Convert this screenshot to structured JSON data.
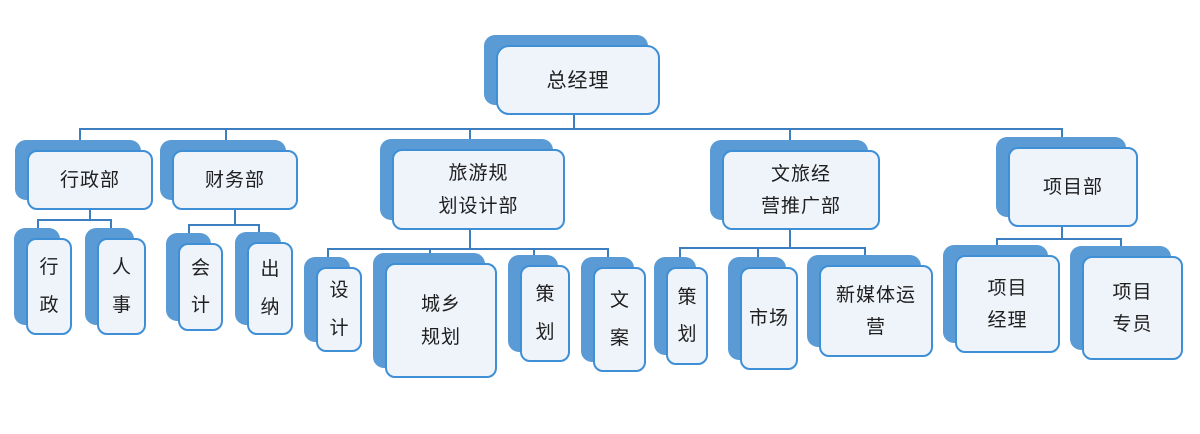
{
  "diagram": {
    "type": "org-chart",
    "colors": {
      "card_shadow": "#5B9BD5",
      "card_border": "#3F8FD6",
      "card_fill": "#EFF3FA",
      "connector": "#3C7EC0",
      "text": "#1f1f1f",
      "background": "#ffffff"
    },
    "nodes": [
      {
        "id": "general-manager",
        "label": "总经理",
        "level": 1,
        "parent": null
      },
      {
        "id": "admin-dept",
        "label": "行政部",
        "level": 2,
        "parent": "general-manager"
      },
      {
        "id": "finance-dept",
        "label": "财务部",
        "level": 2,
        "parent": "general-manager"
      },
      {
        "id": "tourism-planning-dept",
        "label": "旅游规\n划设计部",
        "level": 2,
        "parent": "general-manager"
      },
      {
        "id": "culture-tourism-dept",
        "label": "文旅经\n营推广部",
        "level": 2,
        "parent": "general-manager"
      },
      {
        "id": "project-dept",
        "label": "项目部",
        "level": 2,
        "parent": "general-manager"
      },
      {
        "id": "admin",
        "label": "行\n政",
        "level": 3,
        "parent": "admin-dept"
      },
      {
        "id": "hr",
        "label": "人\n事",
        "level": 3,
        "parent": "admin-dept"
      },
      {
        "id": "accounting",
        "label": "会\n计",
        "level": 3,
        "parent": "finance-dept"
      },
      {
        "id": "cashier",
        "label": "出\n纳",
        "level": 3,
        "parent": "finance-dept"
      },
      {
        "id": "design",
        "label": "设\n计",
        "level": 3,
        "parent": "tourism-planning-dept"
      },
      {
        "id": "urban-rural-planning",
        "label": "城乡\n规划",
        "level": 3,
        "parent": "tourism-planning-dept"
      },
      {
        "id": "planning-c",
        "label": "策\n划",
        "level": 3,
        "parent": "tourism-planning-dept"
      },
      {
        "id": "copywriting",
        "label": "文\n案",
        "level": 3,
        "parent": "tourism-planning-dept"
      },
      {
        "id": "planning-d",
        "label": "策\n划",
        "level": 3,
        "parent": "culture-tourism-dept"
      },
      {
        "id": "market",
        "label": "市场",
        "level": 3,
        "parent": "culture-tourism-dept"
      },
      {
        "id": "new-media-operation",
        "label": "新媒体运\n营",
        "level": 3,
        "parent": "culture-tourism-dept"
      },
      {
        "id": "project-manager",
        "label": "项目\n经理",
        "level": 3,
        "parent": "project-dept"
      },
      {
        "id": "project-specialist",
        "label": "项目\n专员",
        "level": 3,
        "parent": "project-dept"
      }
    ]
  }
}
